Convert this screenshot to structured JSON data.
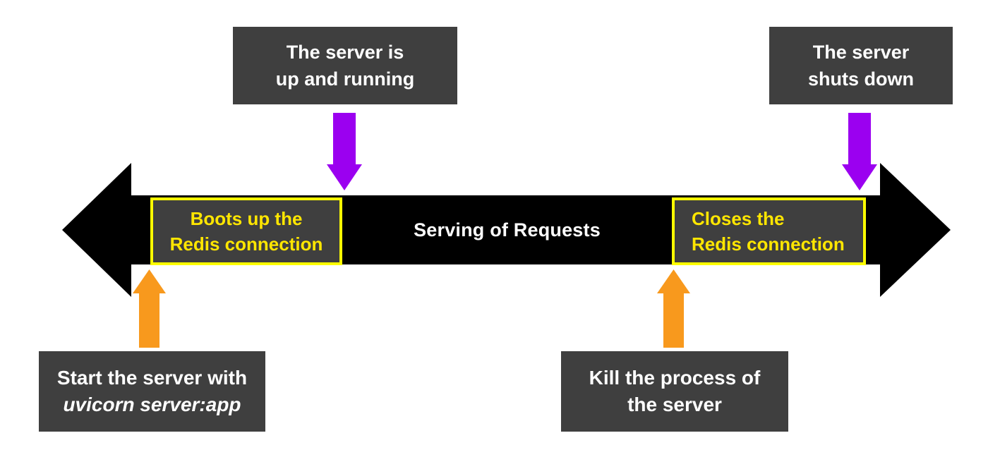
{
  "colors": {
    "background": "#ffffff",
    "band": "#000000",
    "box_fill": "#3f3f3f",
    "yellow_border": "#ffff00",
    "yellow_text": "#ffe600",
    "purple": "#9b00f0",
    "orange": "#f8991d",
    "white_text": "#ffffff"
  },
  "timeline": {
    "serving_label": "Serving of Requests",
    "boots_box": {
      "line1": "Boots up the",
      "line2": "Redis connection"
    },
    "closes_box": {
      "line1": "Closes the",
      "line2": "Redis connection"
    }
  },
  "callouts": {
    "up_running": {
      "line1": "The server is",
      "line2": "up and running"
    },
    "shuts_down": {
      "line1": "The server",
      "line2": "shuts down"
    },
    "start_server": {
      "line1": "Start the server with",
      "line2": "uvicorn server:app"
    },
    "kill_process": {
      "line1": "Kill the process of",
      "line2": "the server"
    }
  },
  "icons": {
    "left_arrowhead": "black-left-arrowhead",
    "right_arrowhead": "black-right-arrowhead",
    "purple_down_arrow": "purple-down-arrow",
    "orange_up_arrow": "orange-up-arrow"
  }
}
